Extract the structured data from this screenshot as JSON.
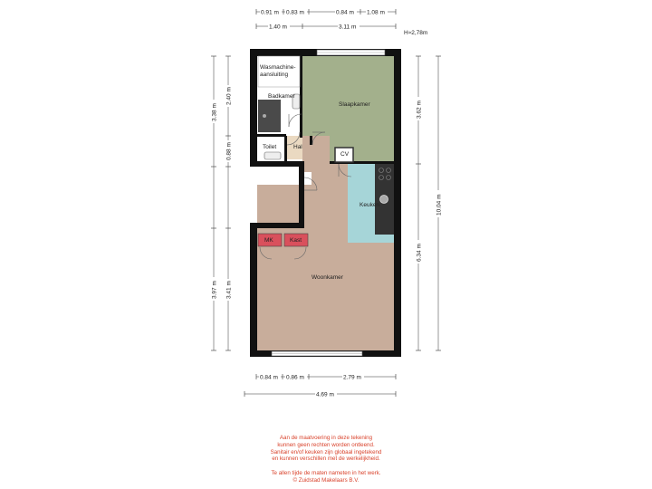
{
  "dimensions": {
    "top_row1": [
      "0.91 m",
      "0.83 m",
      "0.84 m",
      "1.08 m"
    ],
    "top_row2": [
      "1.40 m",
      "3.11 m"
    ],
    "height_note": "H≈2,78m",
    "left_outer": [
      "3.38 m",
      "3.97 m"
    ],
    "left_inner": [
      "2.40 m",
      "0.88 m",
      "3.41 m"
    ],
    "right_inner": [
      "3.62 m",
      "6.34 m"
    ],
    "right_outer": "10.04 m",
    "bottom_row1": [
      "0.84 m",
      "0.86 m",
      "2.79 m"
    ],
    "bottom_row2": "4.69 m"
  },
  "rooms": {
    "wasmachine_line1": "Wasmachine-",
    "wasmachine_line2": "aansluiting",
    "badkamer": "Badkamer",
    "slaapkamer": "Slaapkamer",
    "toilet": "Toilet",
    "hal": "Hal",
    "cv": "CV",
    "keuken": "Keuken",
    "mk": "MK",
    "kast": "Kast",
    "woonkamer": "Woonkamer"
  },
  "disclaimer": [
    "Aan de maatvoering in deze tekening",
    "kunnen geen rechten worden ontleend.",
    "Sanitair en/of keuken zijn globaal ingetekend",
    "en kunnen verschillen met de werkelijkheid.",
    "",
    "Te allen tijde de maten nameten in het werk.",
    "© Zuidstad Makelaars B.V."
  ],
  "colors": {
    "wall": "#111111",
    "slaapkamer": "#a3b08c",
    "woonkamer": "#c8ad9b",
    "keuken": "#a6d5d8",
    "hal": "#ead9c1",
    "wet_room": "#ffffff",
    "cabinet": "#d9505c",
    "disclaimer": "#d9432c"
  }
}
